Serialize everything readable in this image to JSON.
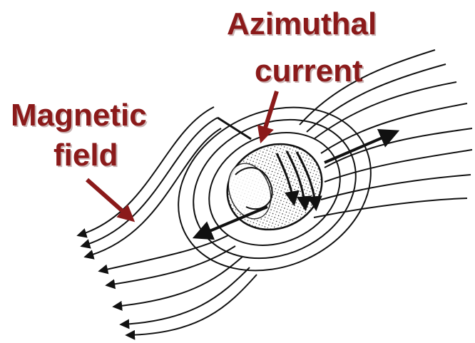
{
  "labels": {
    "azimuthal_line1": "Azimuthal",
    "azimuthal_line2": "current",
    "magnetic_line1": "Magnetic",
    "magnetic_line2": "field"
  },
  "colors": {
    "label_text": "#8b1a1a",
    "pointer_arrow": "#8b1a1a",
    "line_art": "#111111",
    "background": "#ffffff"
  }
}
